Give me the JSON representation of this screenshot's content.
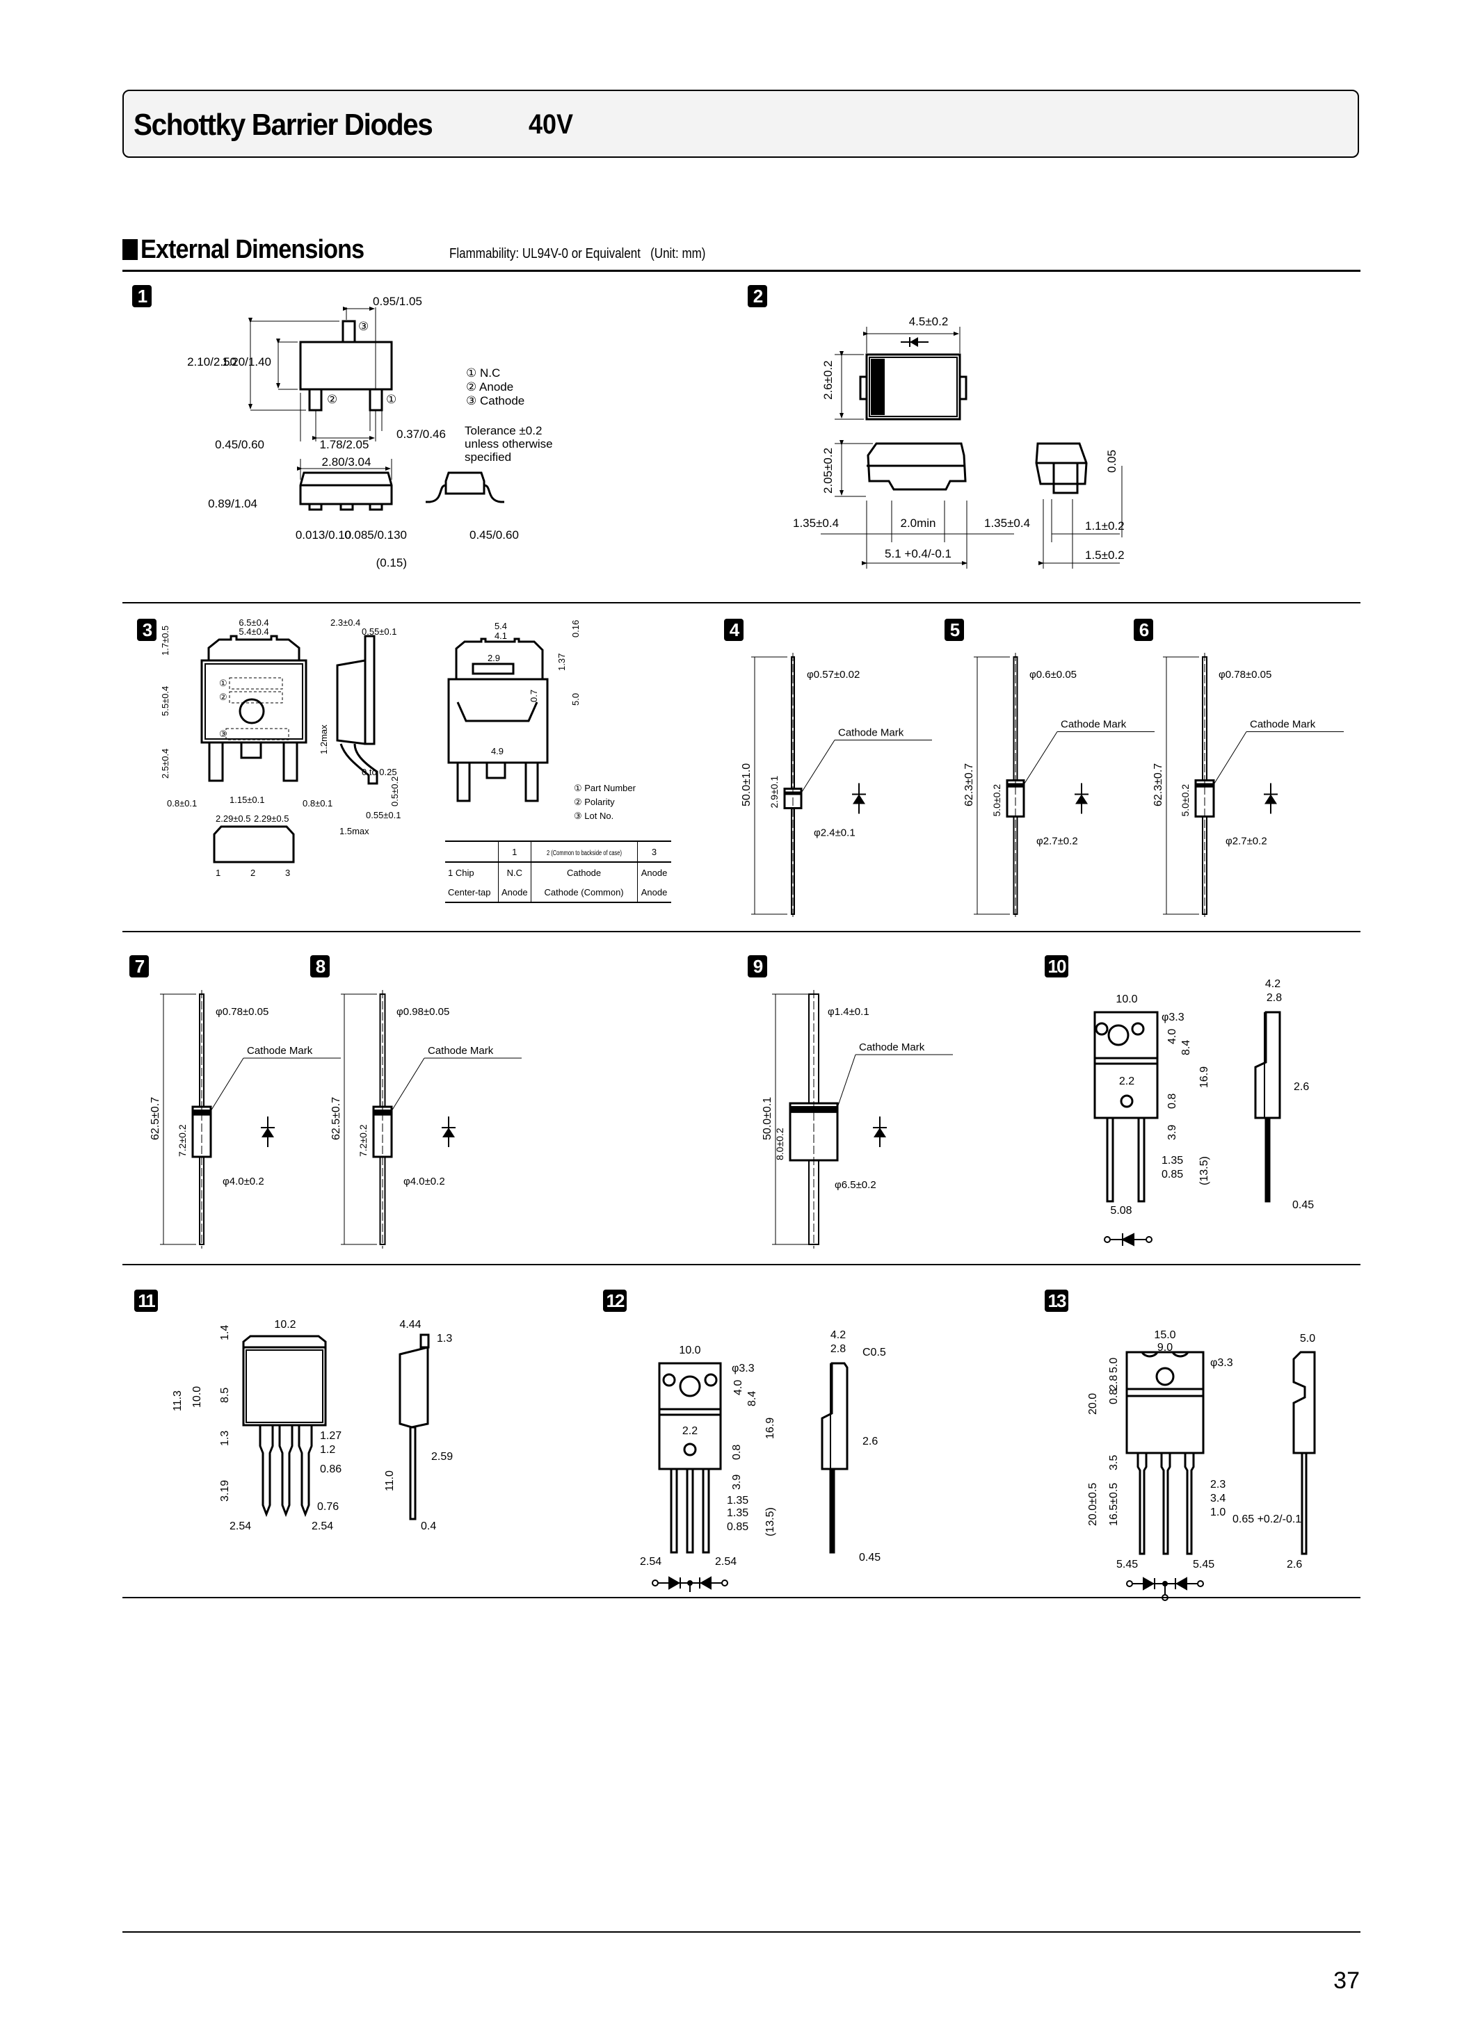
{
  "header": {
    "title": "Schottky Barrier Diodes",
    "voltage": "40V"
  },
  "section": {
    "title": "External Dimensions",
    "note": "Flammability: UL94V-0 or Equivalent   (Unit: mm)"
  },
  "page_number": "37",
  "packages": [
    {
      "id": "1",
      "dims": [
        "0.95/1.05",
        "2.10/2.50",
        "1.20/1.40",
        "0.45/0.60",
        "1.78/2.05",
        "0.37/0.46",
        "2.80/3.04",
        "0.89/1.04",
        "0.013/0.10",
        "0.085/0.130",
        "(0.15)",
        "0.45/0.60"
      ],
      "pins": [
        "① N.C",
        "② Anode",
        "③ Cathode"
      ],
      "tolerance_note": [
        "Tolerance ±0.2",
        "unless otherwise",
        "specified"
      ],
      "labels": {
        "pin1": "①",
        "pin2": "②",
        "pin3": "③"
      }
    },
    {
      "id": "2",
      "dims": [
        "4.5±0.2",
        "2.6±0.2",
        "2.05±0.2",
        "0.05",
        "1.35±0.4",
        "2.0min",
        "1.35±0.4",
        "1.1±0.2",
        "5.1 +0.4/-0.1",
        "1.5±0.2"
      ]
    },
    {
      "id": "3",
      "dims": [
        "6.5±0.4",
        "5.4±0.4",
        "1.7±0.5",
        "5.5±0.4",
        "2.5±0.4",
        "1.2max",
        "1.15±0.1",
        "0.8±0.1",
        "0.8±0.1",
        "2.29±0.5",
        "2.29±0.5",
        "2.3±0.4",
        "0.55±0.1",
        "0 to 0.25",
        "0.5±0.2",
        "0.55±0.1",
        "1.5max",
        "5.4",
        "4.1",
        "0.16",
        "2.9",
        "1.37",
        "0.7",
        "5.0",
        "4.9"
      ],
      "legend": [
        "① Part Number",
        "② Polarity",
        "③ Lot No."
      ],
      "pin_labels": [
        "1",
        "2",
        "3"
      ],
      "table": {
        "header": [
          "",
          "1",
          "2 (Common to backside of case)",
          "3"
        ],
        "rows": [
          [
            "1 Chip",
            "N.C",
            "Cathode",
            "Anode"
          ],
          [
            "Center-tap",
            "Anode",
            "Cathode (Common)",
            "Anode"
          ]
        ]
      }
    },
    {
      "id": "4",
      "length": "50.0",
      "length_tol": "±1.0",
      "lead_dia": "0.57",
      "lead_tol": "±0.02",
      "body_len": "2.9",
      "body_len_tol": "±0.1",
      "body_dia": "2.4",
      "body_dia_tol": "±0.1",
      "mark": "Cathode Mark"
    },
    {
      "id": "5",
      "length": "62.3",
      "length_tol": "±0.7",
      "lead_dia": "0.6",
      "lead_tol": "±0.05",
      "body_len": "5.0",
      "body_len_tol": "±0.2",
      "body_dia": "2.7",
      "body_dia_tol": "±0.2",
      "mark": "Cathode Mark"
    },
    {
      "id": "6",
      "length": "62.3",
      "length_tol": "±0.7",
      "lead_dia": "0.78",
      "lead_tol": "±0.05",
      "body_len": "5.0",
      "body_len_tol": "±0.2",
      "body_dia": "2.7",
      "body_dia_tol": "±0.2",
      "mark": "Cathode Mark"
    },
    {
      "id": "7",
      "length": "62.5",
      "length_tol": "±0.7",
      "lead_dia": "0.78",
      "lead_tol": "±0.05",
      "body_len": "7.2",
      "body_len_tol": "±0.2",
      "body_dia": "4.0",
      "body_dia_tol": "±0.2",
      "mark": "Cathode Mark"
    },
    {
      "id": "8",
      "length": "62.5",
      "length_tol": "±0.7",
      "lead_dia": "0.98",
      "lead_tol": "±0.05",
      "body_len": "7.2",
      "body_len_tol": "±0.2",
      "body_dia": "4.0",
      "body_dia_tol": "±0.2",
      "mark": "Cathode Mark"
    },
    {
      "id": "9",
      "length": "50.0",
      "length_tol": "±0.1",
      "lead_dia": "1.4",
      "lead_tol": "±0.1",
      "body_len": "8.0",
      "body_len_tol": "±0.2",
      "body_dia": "6.5",
      "body_dia_tol": "±0.2",
      "mark": "Cathode Mark"
    },
    {
      "id": "10",
      "dims": [
        "10.0",
        "φ3.3",
        "4.0",
        "8.4",
        "16.9",
        "2.2",
        "0.8",
        "3.9",
        "1.35",
        "0.85",
        "(13.5)",
        "5.08",
        "4.2",
        "2.8",
        "2.6",
        "0.45"
      ]
    },
    {
      "id": "11",
      "dims": [
        "10.2",
        "1.4",
        "11.3",
        "10.0",
        "8.5",
        "1.3",
        "3.19",
        "1.27",
        "1.2",
        "0.86",
        "0.76",
        "2.54",
        "2.54",
        "4.44",
        "1.3",
        "2.59",
        "11.0",
        "0.4"
      ]
    },
    {
      "id": "12",
      "dims": [
        "10.0",
        "φ3.3",
        "4.0",
        "8.4",
        "16.9",
        "2.2",
        "0.8",
        "3.9",
        "1.35",
        "1.35",
        "0.85",
        "(13.5)",
        "2.54",
        "2.54",
        "4.2",
        "2.8",
        "C0.5",
        "2.6",
        "0.45"
      ]
    },
    {
      "id": "13",
      "dims": [
        "15.0",
        "9.0",
        "φ3.3",
        "5.0",
        "2.8",
        "20.0",
        "0.8",
        "3.5",
        "20.0±0.5",
        "16.5±0.5",
        "2.3",
        "3.4",
        "1.0",
        "0.65 +0.2/-0.1",
        "5.45",
        "5.45",
        "5.0",
        "2.6"
      ]
    }
  ]
}
